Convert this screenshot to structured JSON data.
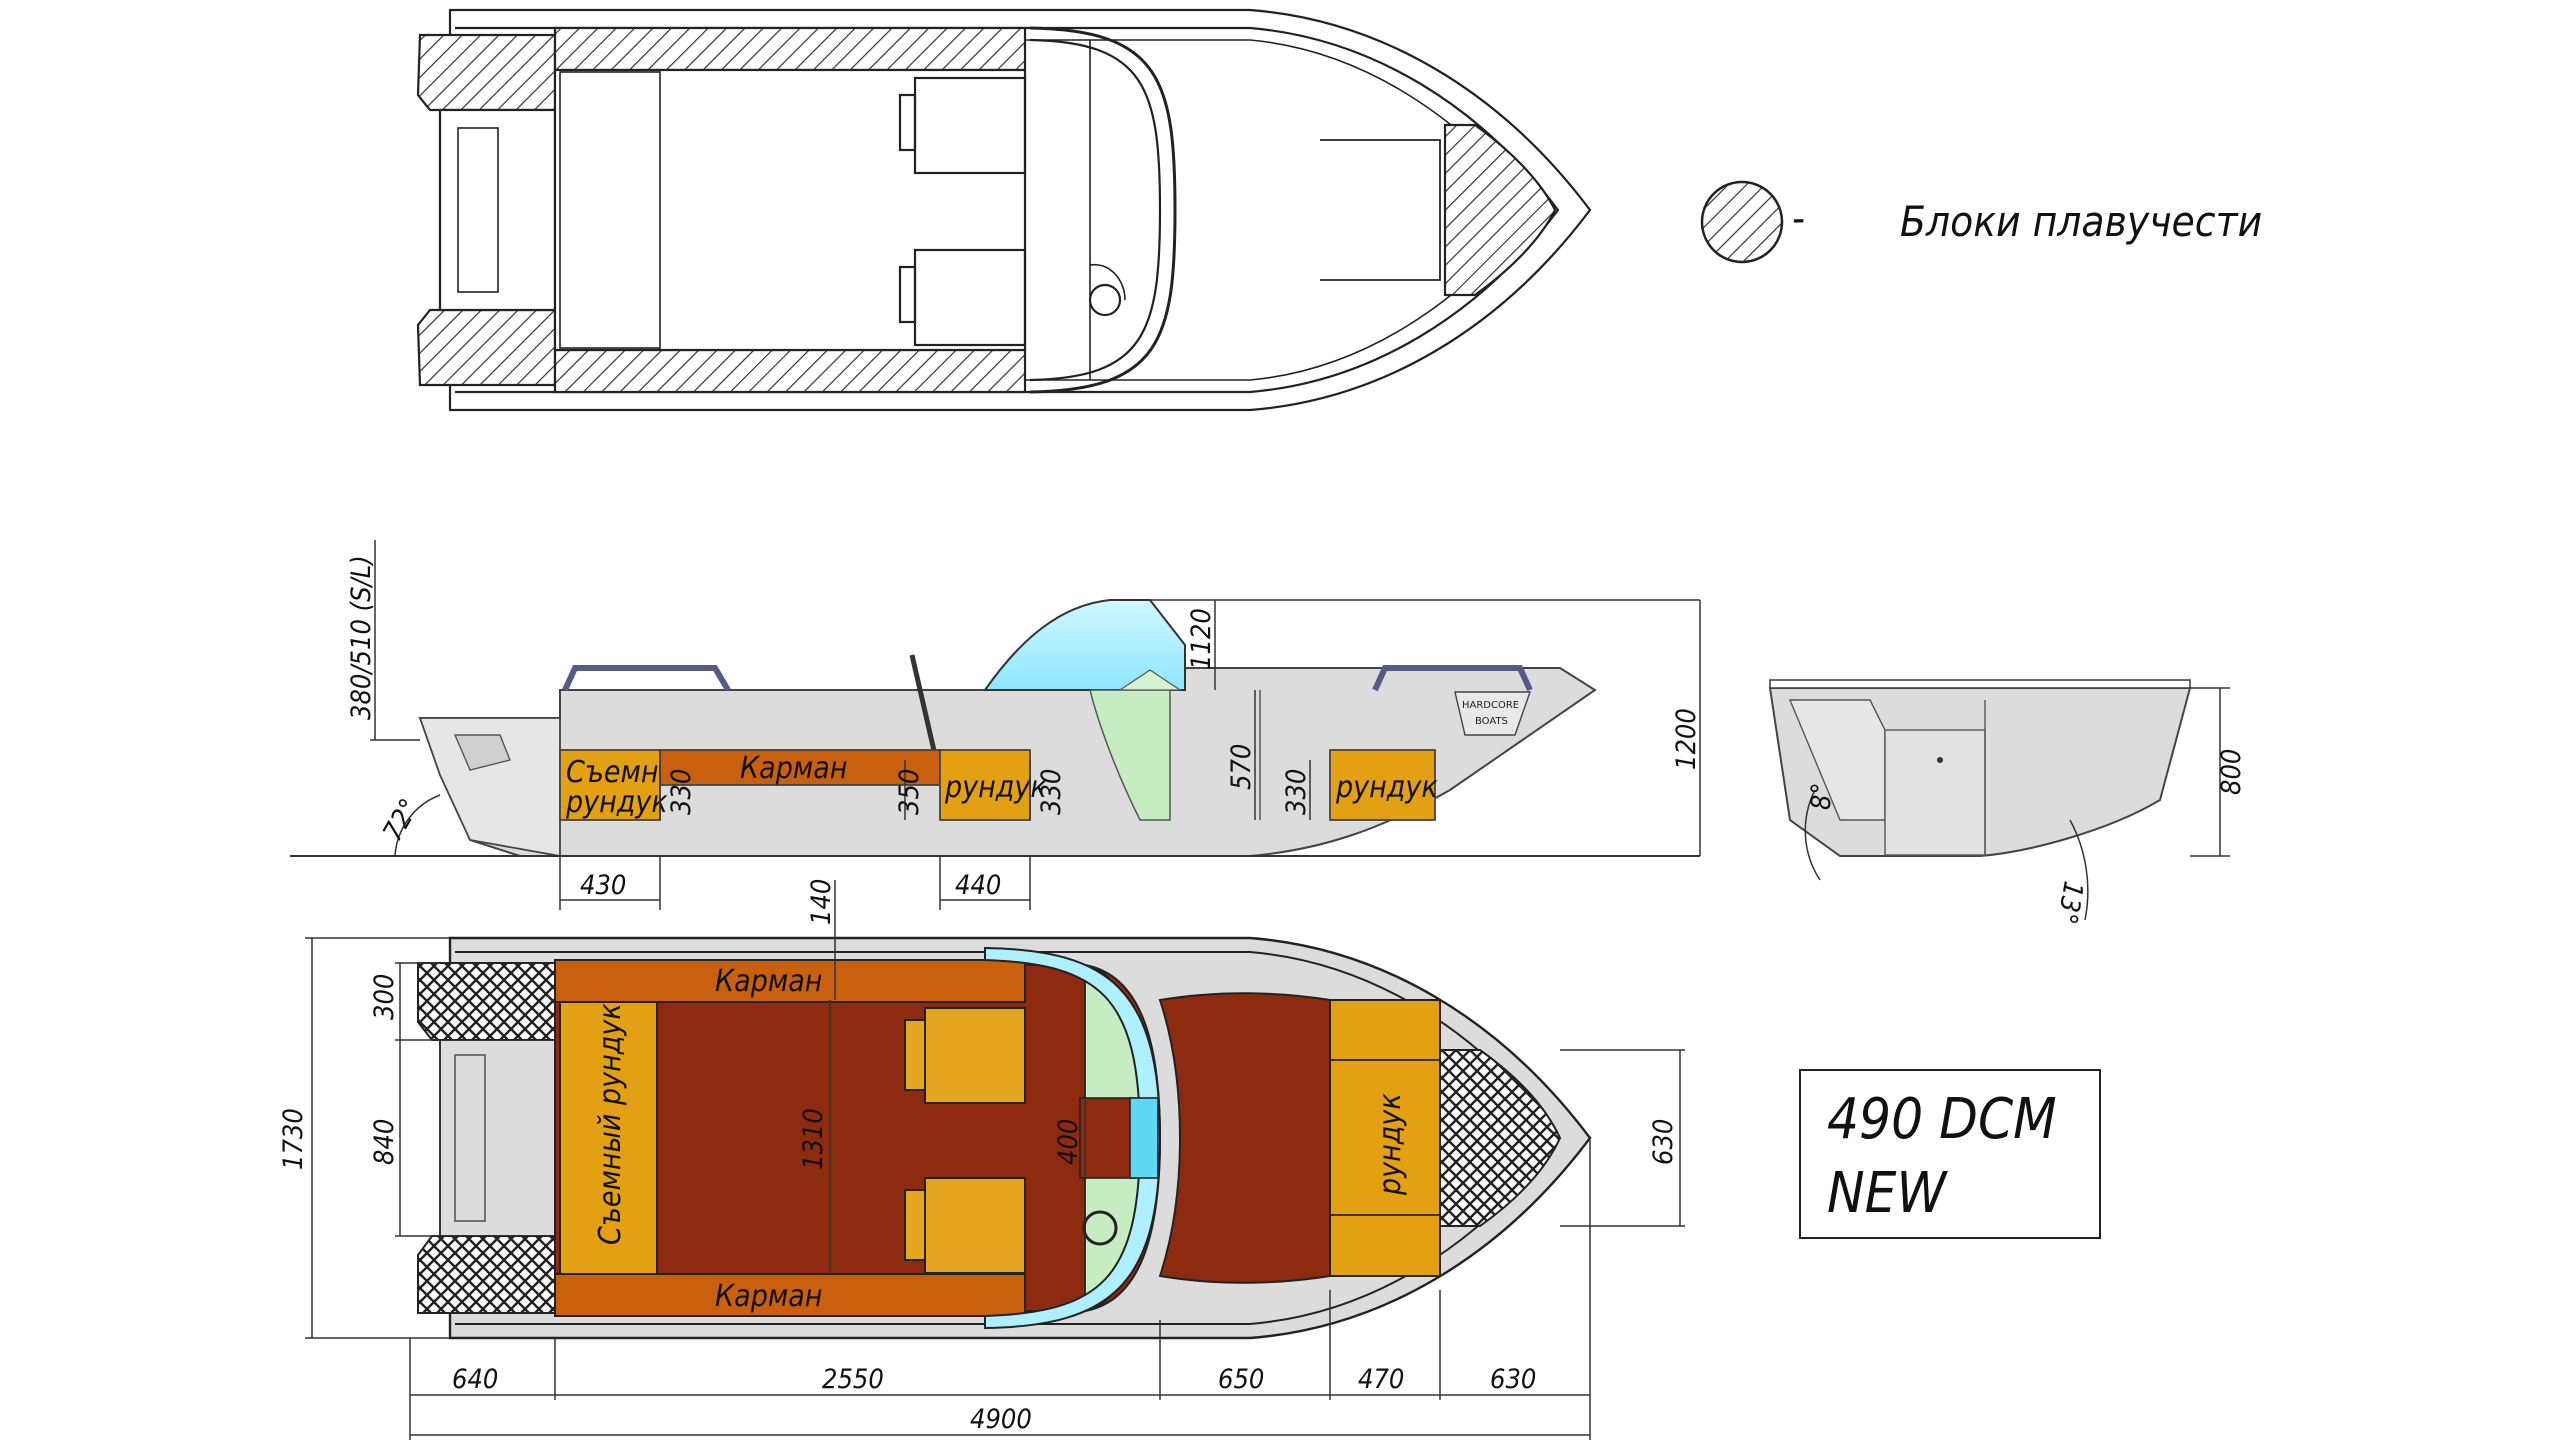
{
  "legend": {
    "icon": "hatched-circle",
    "dash": "-",
    "text": "Блоки плавучести"
  },
  "model": {
    "line1": "490 DCM",
    "line2": "NEW"
  },
  "side_view": {
    "labels": {
      "removable_locker": [
        "Съемный",
        "рундук"
      ],
      "pocket": "Карман",
      "locker_mid": "рундук",
      "locker_bow": "рундук",
      "badge_line1": "HARDCORE",
      "badge_line2": "BOATS"
    },
    "dims": {
      "transom": "380/510 (S/L)",
      "angle": "72°",
      "d330a": "330",
      "d350": "350",
      "d330b": "330",
      "d1120": "1120",
      "d570": "570",
      "d330c": "330",
      "d1200": "1200",
      "d430": "430",
      "d440": "440"
    }
  },
  "section_view": {
    "dims": {
      "d800": "800",
      "a8": "8°",
      "a13": "13°"
    }
  },
  "bottom_view": {
    "labels": {
      "pocket_top": "Карман",
      "pocket_bottom": "Карман",
      "removable_locker": "Съемный рундук",
      "locker_bow": "рундук"
    },
    "dims": {
      "d140": "140",
      "d300": "300",
      "d840": "840",
      "d1730": "1730",
      "d1310": "1310",
      "d400": "400",
      "d630v": "630",
      "d640": "640",
      "d2550": "2550",
      "d650": "650",
      "d470": "470",
      "d630": "630",
      "d4900": "4900"
    }
  },
  "colors": {
    "floor": "#8e2a10",
    "pocket": "#c8600e",
    "locker": "#e2a012",
    "seat": "#e6a520",
    "windshield": "#aef0ff",
    "console": "#c6ecc2",
    "hull_side": "#dcdcdc",
    "float_hatch": "#333333"
  }
}
